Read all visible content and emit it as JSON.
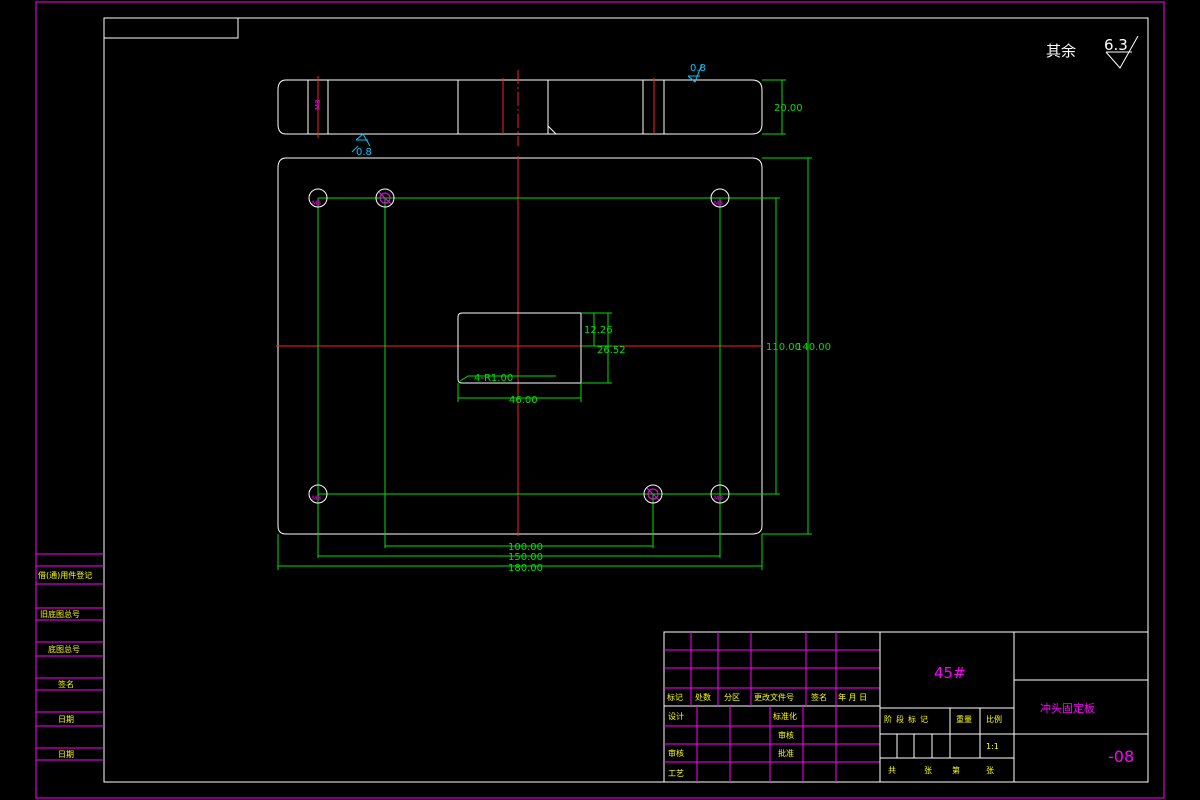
{
  "roughness": {
    "label": "其余",
    "value": "6.3",
    "side_value": "0.8",
    "top_value": "0.8"
  },
  "side_view": {
    "dim_thickness": "20.00",
    "thread_label": "M8"
  },
  "plan_view": {
    "dim_110": "110.00",
    "dim_140": "140.00",
    "dim_12_26": "12.26",
    "dim_26_52": "26.52",
    "fillet": "4-R1.00",
    "dim_46": "46.00",
    "dim_100": "100.00",
    "dim_150": "150.00",
    "dim_180": "180.00",
    "hole_label": "M8"
  },
  "left_strip": {
    "labels": [
      "借(通)用件登记",
      "旧底图总号",
      "底图总号",
      "签名",
      "日期",
      "日期"
    ]
  },
  "title_block": {
    "material": "45#",
    "part_name": "冲头固定板",
    "drawing_no": "-08",
    "scale": "1:1",
    "row_headers": [
      "标记",
      "处数",
      "分区",
      "更改文件号",
      "签名",
      "年 月 日"
    ],
    "design_label": "设计",
    "standardize_label": "标准化",
    "review_label": "审核",
    "approve_label": "批准",
    "check_label": "审核",
    "process_label": "工艺",
    "stage_labels": [
      "阶",
      "段",
      "标",
      "记"
    ],
    "weight_label": "重量",
    "scale_label": "比例",
    "sheet_labels": [
      "共",
      "张",
      "第",
      "张"
    ]
  }
}
